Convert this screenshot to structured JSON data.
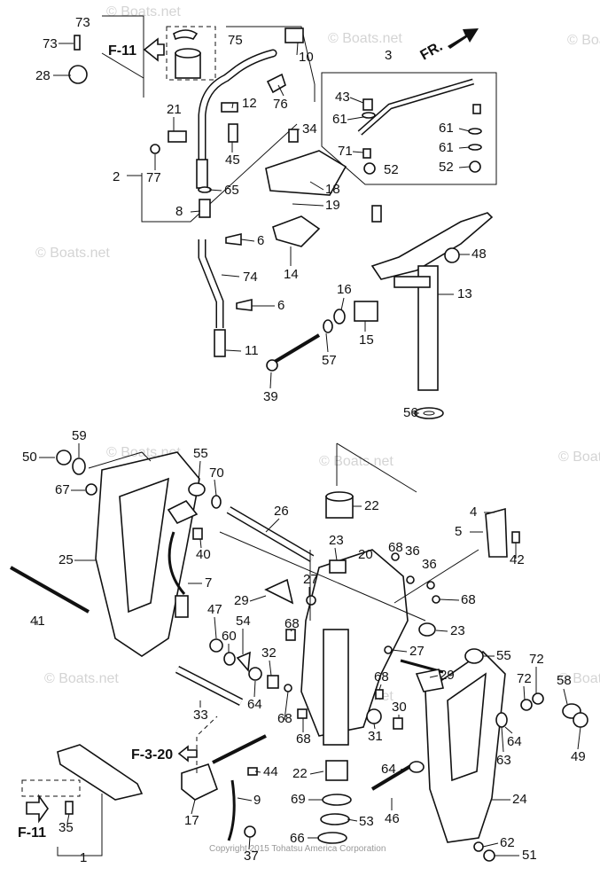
{
  "title": "",
  "copyright": "Copyright 2015 Tohatsu America Corporation",
  "watermark": "© Boats.net",
  "direction_label": "FR.",
  "refs": {
    "f11_top": "F-11",
    "f11_bottom": "F-11",
    "f320": "F-3-20"
  },
  "callouts": [
    "73",
    "73",
    "28",
    "75",
    "10",
    "3",
    "12",
    "76",
    "21",
    "43",
    "61",
    "34",
    "61",
    "71",
    "61",
    "45",
    "52",
    "52",
    "77",
    "2",
    "18",
    "65",
    "19",
    "8",
    "6",
    "48",
    "14",
    "74",
    "13",
    "16",
    "6",
    "15",
    "11",
    "57",
    "39",
    "56",
    "59",
    "50",
    "55",
    "70",
    "67",
    "26",
    "22",
    "25",
    "40",
    "23",
    "4",
    "5",
    "42",
    "68",
    "36",
    "7",
    "20",
    "36",
    "27",
    "29",
    "68",
    "41",
    "47",
    "54",
    "68",
    "60",
    "32",
    "23",
    "27",
    "55",
    "33",
    "64",
    "72",
    "72",
    "58",
    "68",
    "30",
    "68",
    "31",
    "68",
    "29",
    "64",
    "63",
    "49",
    "44",
    "64",
    "46",
    "22",
    "69",
    "53",
    "24",
    "9",
    "35",
    "17",
    "66",
    "62",
    "37",
    "51",
    "1"
  ]
}
